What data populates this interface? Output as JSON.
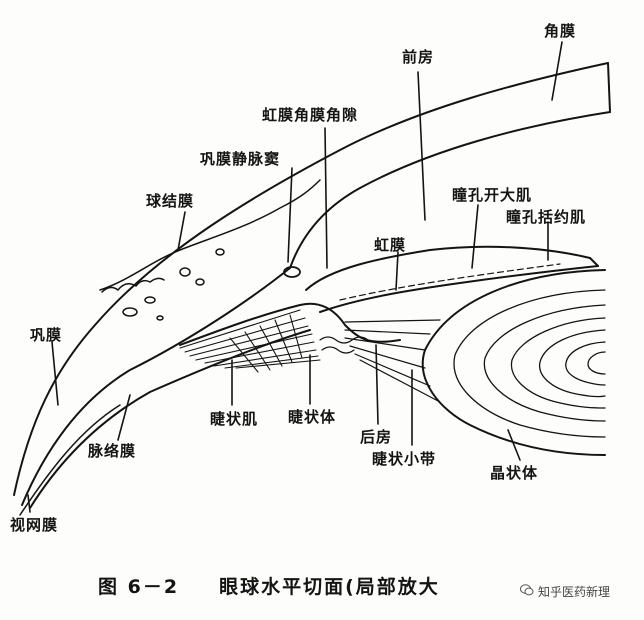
{
  "labels": {
    "cornea": "角膜",
    "anterior_chamber": "前房",
    "iridocorneal_angle": "虹膜角膜角隙",
    "scleral_venous_sinus": "巩膜静脉窦",
    "bulbar_conjunctiva": "球结膜",
    "dilator_pupillae": "瞳孔开大肌",
    "sphincter_pupillae": "瞳孔括约肌",
    "iris": "虹膜",
    "sclera": "巩膜",
    "ciliary_muscle": "睫状肌",
    "ciliary_body": "睫状体",
    "posterior_chamber": "后房",
    "choroid": "脉络膜",
    "ciliary_zonule": "睫状小带",
    "lens": "晶状体",
    "retina": "视网膜"
  },
  "caption": {
    "figure_no": "图 6－2",
    "title": "眼球水平切面(局部放大"
  },
  "watermark": {
    "text": "知乎医药新理",
    "icon": "wechat-icon"
  },
  "colors": {
    "ink": "#141414",
    "paper": "#fdfdfb"
  }
}
